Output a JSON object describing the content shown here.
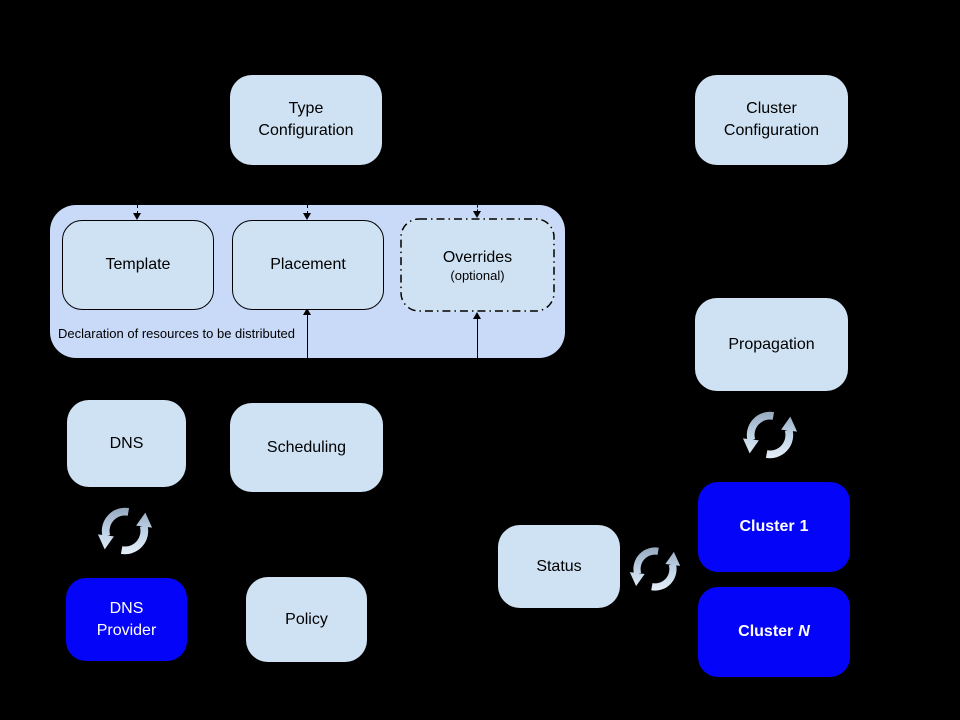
{
  "diagram": {
    "background": "#000000",
    "colors": {
      "node_light": "#cfe2f3",
      "group_fill": "#c9daf8",
      "node_blue": "#0404f8",
      "text_dark": "#000000",
      "text_on_blue": "#ffffff",
      "sync_arrow_gradient": [
        "#8fa2b8",
        "#ecf3fa"
      ],
      "connector": "#000000"
    },
    "nodes": {
      "type_config": {
        "line1": "Type",
        "line2": "Configuration"
      },
      "cluster_config": {
        "line1": "Cluster",
        "line2": "Configuration"
      },
      "template": {
        "label": "Template"
      },
      "placement": {
        "label": "Placement"
      },
      "overrides": {
        "label": "Overrides",
        "sublabel": "(optional)"
      },
      "declaration_group": {
        "caption": "Declaration of resources to be distributed"
      },
      "dns": {
        "label": "DNS"
      },
      "scheduling": {
        "label": "Scheduling"
      },
      "propagation": {
        "label": "Propagation"
      },
      "dns_provider": {
        "line1": "DNS",
        "line2": "Provider"
      },
      "policy": {
        "label": "Policy"
      },
      "status": {
        "label": "Status"
      },
      "cluster_1": {
        "prefix": "Cluster",
        "suffix": "1"
      },
      "cluster_n": {
        "prefix": "Cluster",
        "suffix": "N"
      }
    },
    "icons": {
      "sync": "sync-arrows (circular refresh, two curved arrows)"
    },
    "connectors": {
      "dashed_down_arrows": [
        "into Template",
        "into Placement",
        "into Overrides"
      ],
      "solid_up_arrows": [
        "into Placement from below",
        "into Overrides from below"
      ]
    }
  }
}
